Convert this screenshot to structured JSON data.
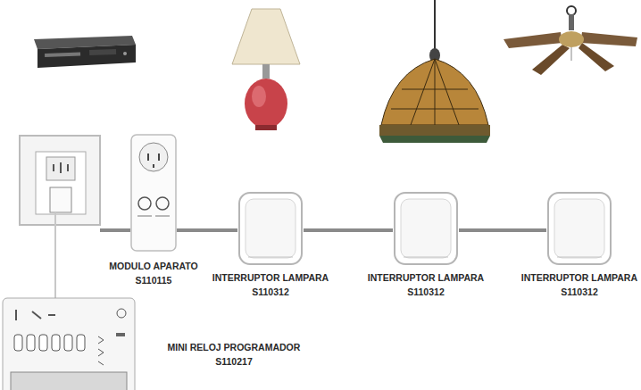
{
  "diagram": {
    "nodes": [
      {
        "text": [
          "MODULO APARATO",
          "S110115"
        ]
      },
      {
        "text": [
          "INTERRUPTOR LAMPARA",
          "S110312"
        ]
      },
      {
        "text": [
          "INTERRUPTOR LAMPARA",
          "S110312"
        ]
      },
      {
        "text": [
          "INTERRUPTOR LAMPARA",
          "S110312"
        ]
      },
      {
        "text": [
          "MINI RELOJ PROGRAMADOR",
          "S110217"
        ]
      }
    ],
    "edges": [
      {
        "from": 0,
        "to": 1,
        "arrow": "none"
      },
      {
        "from": 1,
        "to": 2,
        "arrow": "none"
      },
      {
        "from": 2,
        "to": 3,
        "arrow": "none"
      }
    ]
  }
}
